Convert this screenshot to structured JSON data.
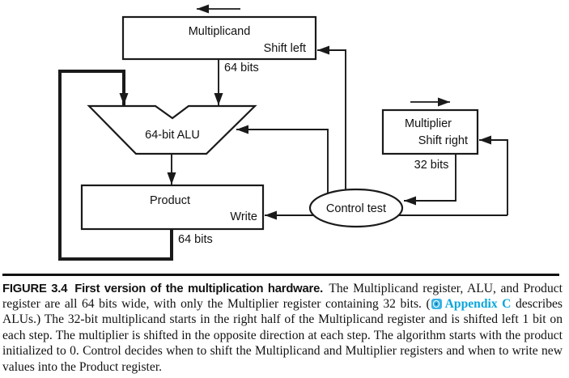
{
  "figure": {
    "diagram": {
      "multiplicand": {
        "label": "Multiplicand",
        "control_label": "Shift left",
        "bus_width": "64 bits"
      },
      "alu": {
        "label": "64-bit ALU"
      },
      "multiplier": {
        "label": "Multiplier",
        "control_label": "Shift right",
        "bus_width": "32 bits"
      },
      "product": {
        "label": "Product",
        "control_label": "Write",
        "bus_width": "64 bits"
      },
      "control": {
        "label": "Control test"
      }
    },
    "caption": {
      "figure_label": "FIGURE 3.4",
      "title": "First version of the multiplication hardware.",
      "body_start": "The Multiplicand register, ALU, and Product register are all 64 bits wide, with only the Multiplier register containing 32 bits. (",
      "appendix_link": "Appendix C",
      "body_end": " describes ALUs.) The 32-bit multiplicand starts in the right half of the Multiplicand register and is shifted left 1 bit on each step. The multiplier is shifted in the opposite direction at each step. The algorithm starts with the product initialized to 0. Control decides when to shift the Multiplicand and Multiplier registers and when to write new values into the Product register."
    },
    "colors": {
      "line": "#1a1a1a",
      "appendix_link": "#0aa6dc",
      "media_icon_bg": "#38b2e4"
    }
  }
}
